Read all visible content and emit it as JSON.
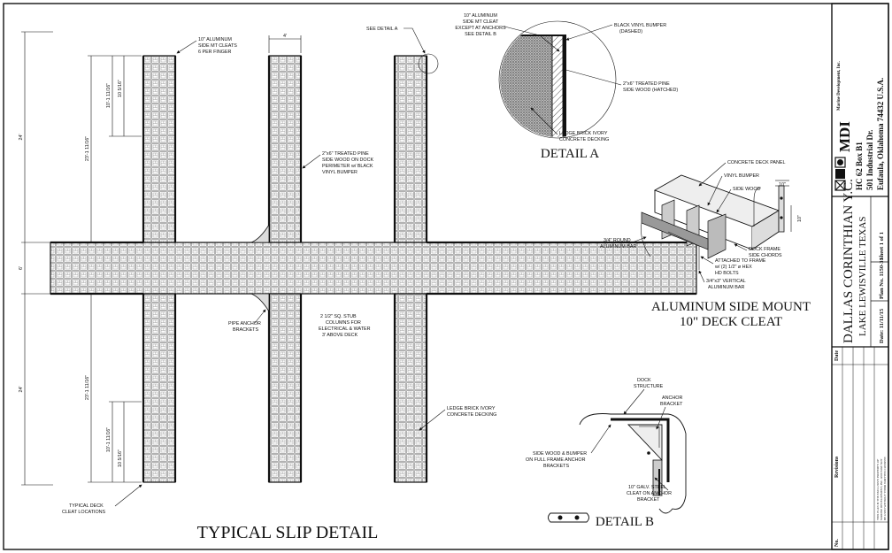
{
  "main_title": "TYPICAL SLIP DETAIL",
  "dimensions": {
    "finger_width": "4'",
    "walkway_width": "6'",
    "upper_length": "24'",
    "lower_length": "24'",
    "upper_23": "23'-1 11/16\"",
    "lower_23": "23'-1 11/16\"",
    "upper_10a": "10'-1 11/16\"",
    "upper_10b": "10 5/16\"",
    "lower_10a": "10'-1 11/16\"",
    "lower_10b": "10 5/16\""
  },
  "callouts": {
    "cleats": [
      "10\" ALUMINUM",
      "SIDE MT CLEATS",
      "6 PER FINGER"
    ],
    "see_detail_a": "SEE DETAIL A",
    "treated_pine": [
      "2\"x6\" TREATED PINE",
      "SIDE WOOD ON DOCK",
      "PERIMETER w/ BLACK",
      "VINYL BUMPER"
    ],
    "pipe_anchor": [
      "PIPE ANCHOR",
      "BRACKETS"
    ],
    "stub_columns": [
      "2 1/2\" SQ. STUB",
      "COLUMNS FOR",
      "ELECTRICAL & WATER",
      "3' ABOVE DECK"
    ],
    "ledge_brick": [
      "LEDGE BRICK IVORY",
      "CONCRETE DECKING"
    ],
    "typical_cleat": [
      "TYPICAL DECK",
      "CLEAT LOCATIONS"
    ]
  },
  "detail_a": {
    "title": "DETAIL A",
    "labels": {
      "cleat": [
        "10\" ALUMINUM",
        "SIDE MT CLEAT",
        "EXCEPT AT ANCHORS",
        "SEE DETAIL B"
      ],
      "bumper": [
        "BLACK VINYL BUMPER",
        "(DASHED)"
      ],
      "side_wood": [
        "2\"x6\" TREATED PINE",
        "SIDE WOOD (HATCHED)"
      ],
      "ledge": [
        "LEDGE BRICK IVORY",
        "CONCRETE DECKING"
      ]
    }
  },
  "cleat_detail": {
    "title_line1": "ALUMINUM SIDE MOUNT",
    "title_line2": "10\" DECK CLEAT",
    "labels": {
      "deck_panel": "CONCRETE DECK PANEL",
      "vinyl_bumper": "VINYL BUMPER",
      "side_wood": "SIDE WOOD",
      "round_bar": [
        "3/4\" ROUND",
        "ALUMINUM BAR"
      ],
      "chords": [
        "DOCK FRAME",
        "SIDE CHORDS"
      ],
      "attached": [
        "ATTACHED TO FRAME",
        "w/ (2) 1/2\" ø HEX",
        "HD BOLTS"
      ],
      "vertical_bar": [
        "3/4\"x3\" VERTICAL",
        "ALUMINUM BAR"
      ],
      "dim_h": "10\"",
      "dim_v": "10\""
    }
  },
  "detail_b": {
    "title": "DETAIL B",
    "labels": {
      "dock_structure": [
        "DOCK",
        "STRUCTURE"
      ],
      "anchor_bracket": [
        "ANCHOR",
        "BRACKET"
      ],
      "side_wood": [
        "SIDE WOOD & BUMPER",
        "ON FULL FRAME ANCHOR",
        "BRACKETS"
      ],
      "galv_cleat": [
        "10\" GALV. STEEL",
        "CLEAT ON ANCHOR",
        "BRACKET"
      ]
    }
  },
  "title_block": {
    "company": "MDI",
    "company_sub": "Marine Development, Inc.",
    "address1": "HC 62 Box B1",
    "address2": "501 Industrial Dr.",
    "address3": "Eufaula, Oklahoma  74432  U.S.A.",
    "client": "DALLAS CORINTHIAN Y.C.",
    "location": "LAKE LEWISVILLE TEXAS",
    "date": "Date: 11/11/15",
    "plan_no": "Plan No. 1150-31",
    "sheet": "Sheet 1 of 1",
    "rev_no": "No.",
    "rev_revisions": "Revisions",
    "rev_date": "Date",
    "notice": [
      "THIS PLAN IS THE EXCLUSIVE PROPERTY OF",
      "MARINE DEVELOPMENT, INC. AND MAY NOT",
      "BE USED WITHOUT THEIR WRITTEN CONSENT."
    ]
  }
}
